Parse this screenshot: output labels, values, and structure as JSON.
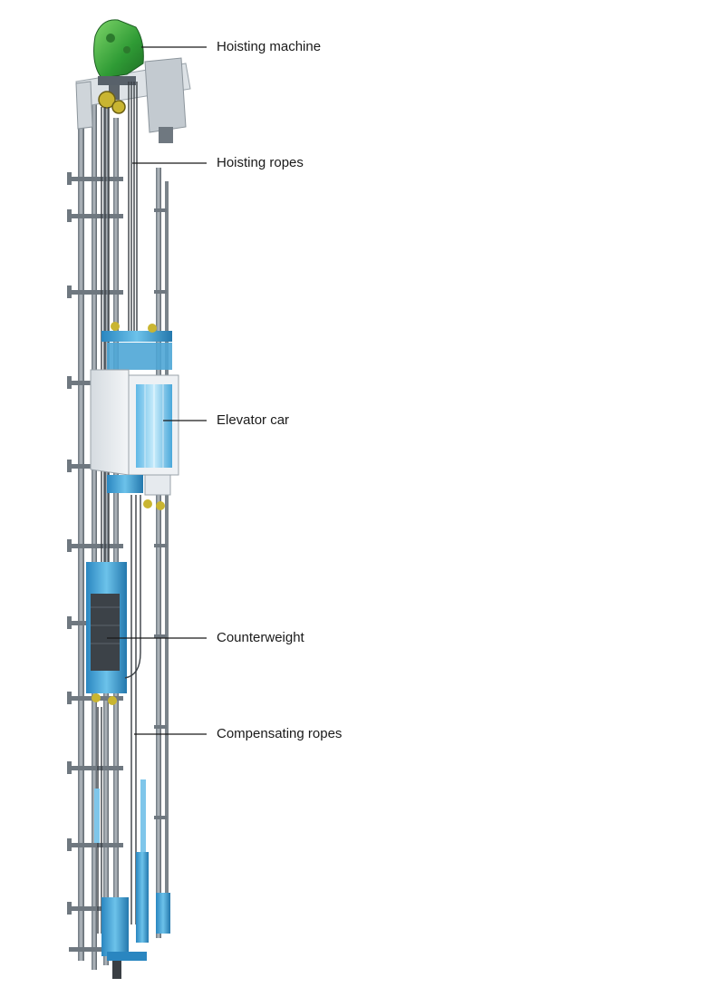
{
  "diagram": {
    "labels": {
      "hoisting_machine": "Hoisting machine",
      "hoisting_ropes": "Hoisting ropes",
      "elevator_car": "Elevator car",
      "counterweight": "Counterweight",
      "compensating_ropes": "Compensating ropes"
    },
    "colors": {
      "machine": "#3fae3a",
      "steel": "#8a939b",
      "dark_steel": "#4d555c",
      "blue_parts": "#3d9fd6",
      "car_panel": "#e3e8ec",
      "car_interior": "#8fd2ef",
      "rope": "#3a3f44",
      "frame": "#c9cfd4"
    }
  }
}
